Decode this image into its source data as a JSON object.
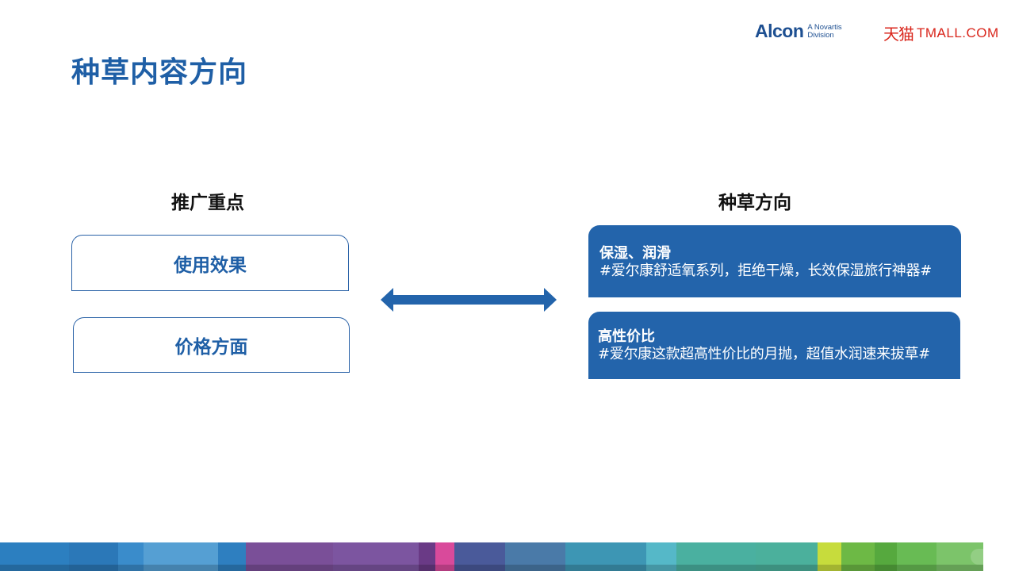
{
  "slide": {
    "title": "种草内容方向"
  },
  "logos": {
    "alcon": {
      "wordmark": "Alcon",
      "sub_line1": "A Novartis",
      "sub_line2": "Division",
      "color": "#1d4f91"
    },
    "tmall": {
      "chinese": "天猫",
      "english": "TMALL.COM",
      "color": "#d9261c"
    }
  },
  "left_column": {
    "heading": "推广重点",
    "items": [
      {
        "label": "使用效果"
      },
      {
        "label": "价格方面"
      }
    ]
  },
  "connector": {
    "icon": "double-arrow-icon",
    "color": "#2364ab"
  },
  "right_column": {
    "heading": "种草方向",
    "cards": [
      {
        "title": "保湿、润滑",
        "text": "#爱尔康舒适氧系列，拒绝干燥，长效保湿旅行神器#"
      },
      {
        "title": "高性价比",
        "text": "#爱尔康这款超高性价比的月抛，超值水润速来拔草#"
      }
    ]
  },
  "theme": {
    "title_color": "#1f5fa6",
    "card_color": "#2364ab",
    "border_color": "#2a62a7"
  },
  "footer_band": {
    "colors": [
      "#2c7fc0",
      "#2b78b8",
      "#3a8ccb",
      "#559fd3",
      "#2e7fc0",
      "#7a4f98",
      "#7c55a0",
      "#6a3a86",
      "#d94a9b",
      "#4a5a9a",
      "#4a7aa8",
      "#3d96b4",
      "#55b8c8",
      "#4ab0a0",
      "#4bb09c",
      "#c7dc3c",
      "#6db945",
      "#56a93e",
      "#68bb54",
      "#7cc46a"
    ]
  }
}
